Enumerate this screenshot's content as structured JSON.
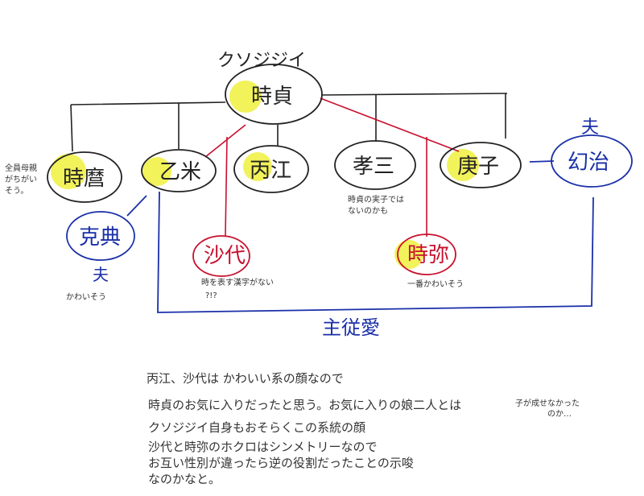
{
  "title": "クソジジイ",
  "colors": {
    "black": "#222222",
    "red": "#c8102e",
    "blue": "#1a2fa8",
    "highlight": "#f2f25a"
  },
  "nodes": {
    "tokisada": "時貞",
    "tokimaro": "時麿",
    "otome": "乙米",
    "hinoe": "丙江",
    "kozo": "孝三",
    "kinoeko": "庚子",
    "genji": "幻治",
    "katsunori": "克典",
    "saya": "沙代",
    "tokiya": "時弥"
  },
  "labels": {
    "genji_role": "夫",
    "katsunori_role": "夫",
    "bond": "主従愛"
  },
  "notes": {
    "tokimaro": [
      "全員母親",
      "がちがい",
      "そう。"
    ],
    "katsunori": "かわいそう",
    "saya": [
      "時を表す漢字がない",
      "?!?"
    ],
    "kozo": [
      "時貞の実子では",
      "ないのかも"
    ],
    "tokiya": "一番かわいそう"
  },
  "memo": {
    "line1": "丙江、沙代は かわいい系の顔なので",
    "line2": "時貞のお気に入りだったと思う。お気に入りの娘二人とは",
    "line2_aside1": "子が成せなかった",
    "line2_aside2": "のか…",
    "line3": "クソジジイ自身もおそらくこの系統の顔",
    "line4": "沙代と時弥のホクロはシンメトリーなので",
    "line5": "お互い性別が違ったら逆の役割だったことの示唆",
    "line6": "なのかなと。"
  }
}
